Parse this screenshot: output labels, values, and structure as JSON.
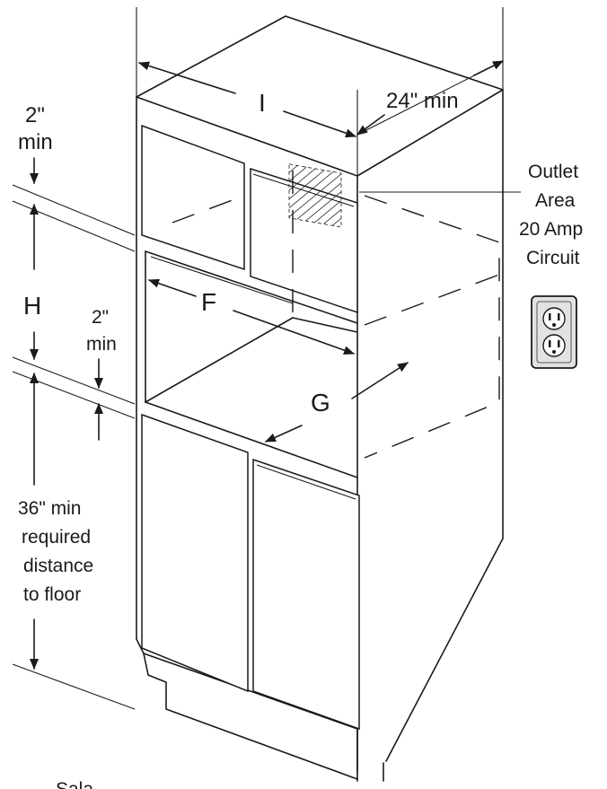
{
  "labels": {
    "dim_i": "I",
    "depth_min": "24\" min",
    "top_gap_value": "2\"",
    "top_gap_unit": "min",
    "dim_h": "H",
    "dim_f": "F",
    "mid_gap_value": "2\"",
    "mid_gap_unit": "min",
    "dim_g": "G",
    "floor_line1": "36\" min",
    "floor_line2": "required",
    "floor_line3": "distance",
    "floor_line4": "to floor",
    "outlet_line1": "Outlet",
    "outlet_line2": "Area",
    "outlet_line3": "20 Amp",
    "outlet_line4": "Circuit",
    "footer_partial": "Sala"
  },
  "colors": {
    "line": "#1a1a1a",
    "outlet_fill": "#e2e2e2",
    "background": "#ffffff"
  },
  "icons": {
    "outlet": "duplex-outlet-icon",
    "outlet_area": "hatched-area-icon"
  }
}
